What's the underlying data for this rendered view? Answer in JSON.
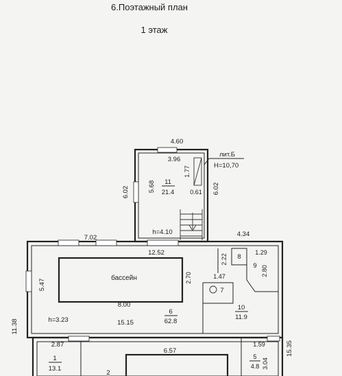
{
  "header": {
    "title": "6.Поэтажный план",
    "floor": "1  этаж"
  },
  "building": {
    "liter": "лит.Б",
    "height_label": "Н=10,70"
  },
  "dimensions": {
    "top_width": "4.60",
    "tower_inner_width": "3.96",
    "tower_left": "6.02",
    "tower_inner_height": "5.68",
    "tower_right": "6.02",
    "stair_1": "1.77",
    "stair_2": "0.61",
    "h_tower": "h=4.10",
    "right_ext": "4.34",
    "hall_top_left": "7.02",
    "hall_width": "12.52",
    "pool_height": "5.47",
    "pool_length": "8.00",
    "pool_depth_side": "2.70",
    "h_hall": "h=3.23",
    "hall_bottom": "15.15",
    "d_2_22": "2.22",
    "d_1_29": "1.29",
    "d_2_80": "2.80",
    "d_1_47": "1.47",
    "overall_height": "11.38",
    "overall_right": "15.35",
    "d_2_87": "2.87",
    "d_6_57": "6.57",
    "d_1_59": "1.59",
    "d_3_04": "3.04"
  },
  "rooms": {
    "r11_num": "11",
    "r11_area": "21.4",
    "pool_label": "бассейн",
    "r6_num": "6",
    "r6_area": "62.8",
    "r7_num": "7",
    "r8_num": "8",
    "r9_num": "9",
    "r10_num": "10",
    "r10_area": "11.9",
    "r1_num": "1",
    "r1_area": "13.1",
    "r2_num": "2",
    "r5_num": "5",
    "r5_area": "4.8"
  }
}
